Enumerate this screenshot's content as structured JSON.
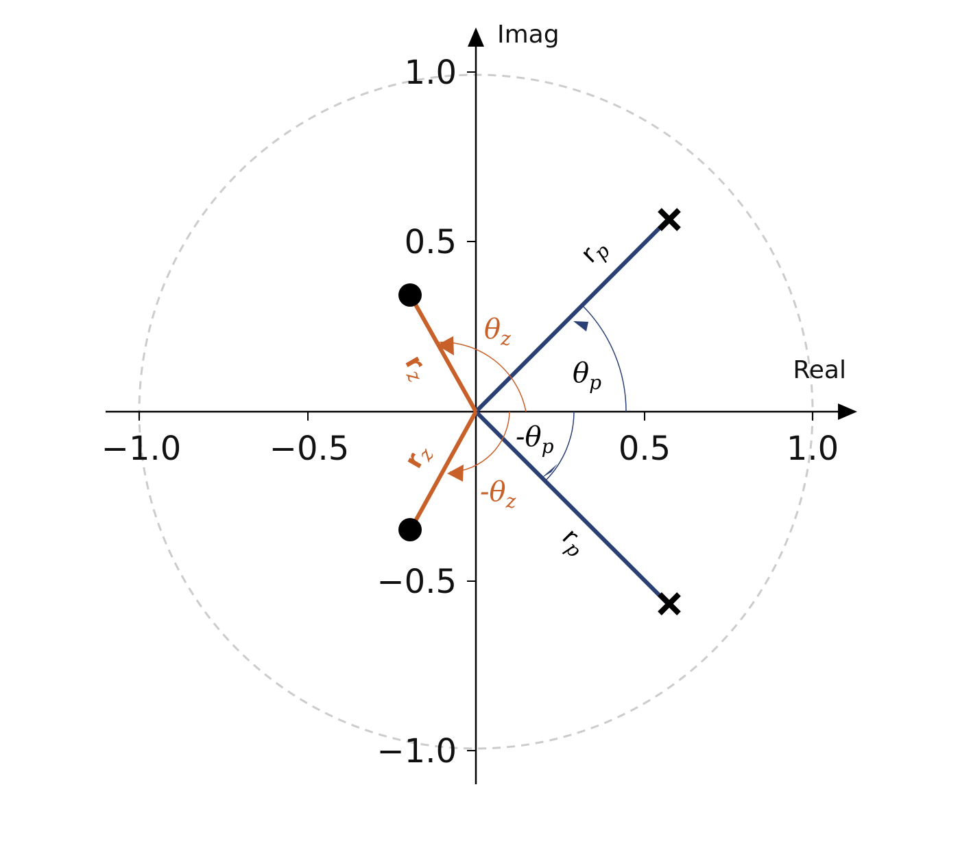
{
  "axes": {
    "x_title": "Real",
    "y_title": "Imag",
    "x_ticks": [
      "−1.0",
      "−0.5",
      "0.5",
      "1.0"
    ],
    "y_ticks": [
      "1.0",
      "0.5",
      "−0.5",
      "−1.0"
    ]
  },
  "labels": {
    "theta_p_upper": "θ",
    "theta_p_upper_sub": "p",
    "theta_p_lower_prefix": "-θ",
    "theta_p_lower_sub": "p",
    "theta_z_upper": "θ",
    "theta_z_upper_sub": "z",
    "theta_z_lower_prefix": "-θ",
    "theta_z_lower_sub": "z",
    "r_upper_pole": "r",
    "r_upper_pole_sub": "p",
    "r_lower_pole": "r",
    "r_lower_pole_sub": "p",
    "r_upper_zero": "r",
    "r_upper_zero_sub": "z",
    "r_lower_zero": "r",
    "r_lower_zero_sub": "z"
  },
  "colors": {
    "pole_color": "#2a3f73",
    "zero_color": "#c8602a",
    "marker_color": "#000000",
    "unit_circle_color": "#cccccc",
    "axis_color": "#000000"
  },
  "poles": [
    {
      "re": 0.57,
      "im": 0.57
    },
    {
      "re": 0.57,
      "im": -0.57
    }
  ],
  "zeros": [
    {
      "re": -0.19,
      "im": 0.34
    },
    {
      "re": -0.19,
      "im": -0.35
    }
  ]
}
